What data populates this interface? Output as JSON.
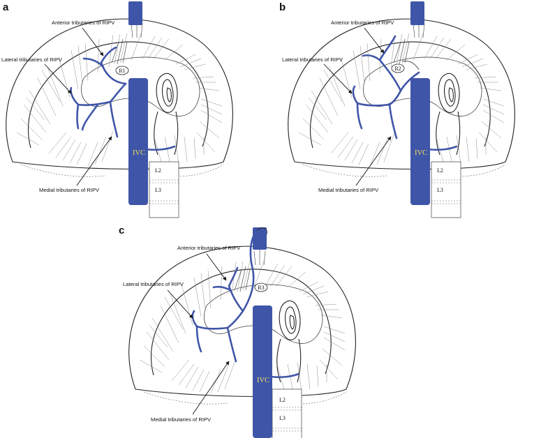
{
  "panels": [
    {
      "letter": "a",
      "labels": {
        "anterior": "Anterior tributaries of RIPV",
        "lateral": "Lateral tributaries of RIPV",
        "medial": "Medial tributaries of RIPV",
        "circle": "R1",
        "ivc": "IVC",
        "l2": "L2",
        "l3": "L3"
      }
    },
    {
      "letter": "b",
      "labels": {
        "anterior": "Anterior tributaries of RIPV",
        "lateral": "Lateral tributaries of RIPV",
        "medial": "Medial tributaries of RIPV",
        "circle": "R2",
        "ivc": "IVC",
        "l2": "L2",
        "l3": "L3"
      }
    },
    {
      "letter": "c",
      "labels": {
        "anterior": "Anterior tributaries of RIPV",
        "lateral": "Lateral tributaries of RIPV",
        "medial": "Medial tributaries of RIPV",
        "circle": "R3",
        "ivc": "IVC",
        "l2": "L2",
        "l3": "L3"
      }
    }
  ],
  "colors": {
    "vein": "#3f55a8",
    "ivc_label": "#f2e05a"
  }
}
